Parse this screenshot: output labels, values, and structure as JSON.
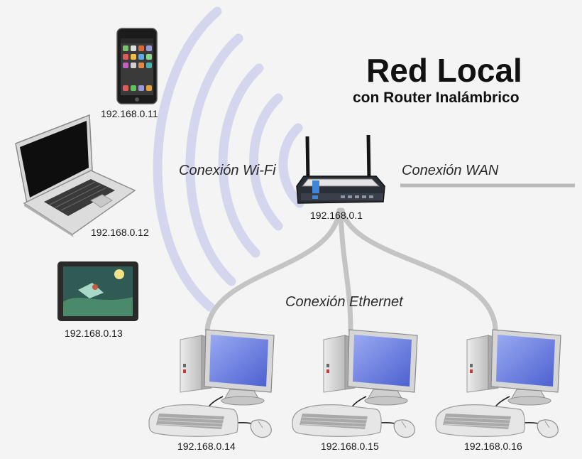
{
  "title": "Red Local",
  "subtitle": "con Router Inalámbrico",
  "connections": {
    "wifi": "Conexión Wi-Fi",
    "wan": "Conexión WAN",
    "ethernet": "Conexión Ethernet"
  },
  "router": {
    "ip": "192.168.0.1",
    "icon": "router-icon"
  },
  "wireless_devices": [
    {
      "type": "smartphone",
      "ip": "192.168.0.11",
      "icon": "smartphone-icon"
    },
    {
      "type": "laptop",
      "ip": "192.168.0.12",
      "icon": "laptop-icon"
    },
    {
      "type": "tablet",
      "ip": "192.168.0.13",
      "icon": "tablet-icon"
    }
  ],
  "wired_devices": [
    {
      "type": "desktop",
      "ip": "192.168.0.14",
      "icon": "desktop-computer-icon"
    },
    {
      "type": "desktop",
      "ip": "192.168.0.15",
      "icon": "desktop-computer-icon"
    },
    {
      "type": "desktop",
      "ip": "192.168.0.16",
      "icon": "desktop-computer-icon"
    }
  ],
  "colors": {
    "background": "#f4f4f4",
    "wifi_waves": "#d4d6ee",
    "cable": "#c4c4c4",
    "screen": "#6a7ee0",
    "router_accent": "#3f86d8"
  }
}
